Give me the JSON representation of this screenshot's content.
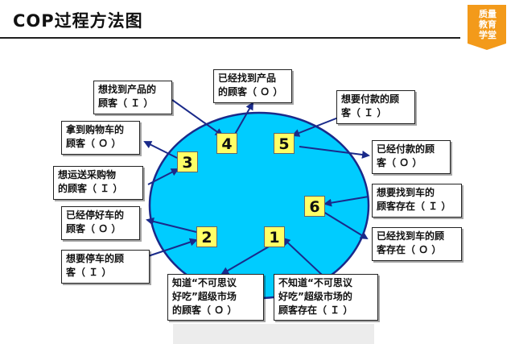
{
  "title": "COP过程方法图",
  "logo": {
    "text": "质量\n教育\n学堂"
  },
  "colors": {
    "ellipse_fill": "#00ccff",
    "ellipse_stroke": "#1a2a8a",
    "arrow": "#1a2a8a",
    "number_fill": "#ffff66",
    "logo_fill": "#f39a1a"
  },
  "numbers": [
    "4",
    "5",
    "3",
    "6",
    "2",
    "1"
  ],
  "boxes": {
    "want_find_product": "想找到产品的\n顾客（ Ｉ ）",
    "found_product": "已经找到产品\n的顾客（ Ｏ ）",
    "want_pay": "想要付款的顾\n客（ Ｉ ）",
    "got_cart": "拿到购物车的\n顾客（ Ｏ ）",
    "paid": "已经付款的顾\n客（ Ｏ ）",
    "want_ship": "想运送采购物\n的顾客（ Ｉ ）",
    "want_find_car": "想要找到车的\n顾客存在（ Ｉ ）",
    "parked": "已经停好车的\n顾客（ Ｏ ）",
    "found_car": "已经找到车的顾\n客存在（ Ｏ ）",
    "want_park": "想要停车的顾\n客（ Ｉ ）",
    "know_market": "知道“不可思议\n好吃”超级市场\n的顾客（ Ｏ ）",
    "not_know_market": "不知道“不可思议\n好吃”超级市场的\n顾客存在（ Ｉ ）"
  }
}
